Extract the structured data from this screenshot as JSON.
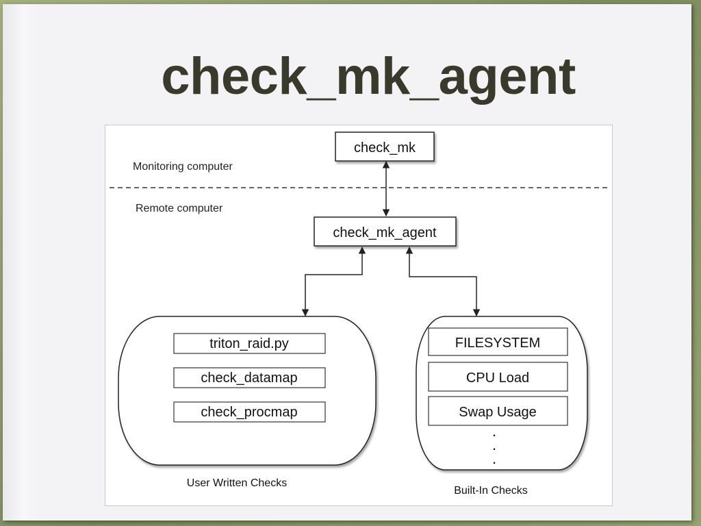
{
  "slide": {
    "title": "check_mk_agent"
  },
  "diagram": {
    "zones": {
      "monitoring_label": "Monitoring computer",
      "remote_label": "Remote computer"
    },
    "nodes": {
      "check_mk": "check_mk",
      "agent": "check_mk_agent"
    },
    "user_checks": {
      "caption": "User Written Checks",
      "items": [
        "triton_raid.py",
        "check_datamap",
        "check_procmap"
      ]
    },
    "builtin_checks": {
      "caption": "Built-In Checks",
      "items": [
        "FILESYSTEM",
        "CPU Load",
        "Swap Usage"
      ],
      "more": "."
    }
  },
  "colors": {
    "frame": "#8a9a6e",
    "page": "#f3f3f5",
    "title": "#3a3a2c",
    "line": "#222222"
  }
}
